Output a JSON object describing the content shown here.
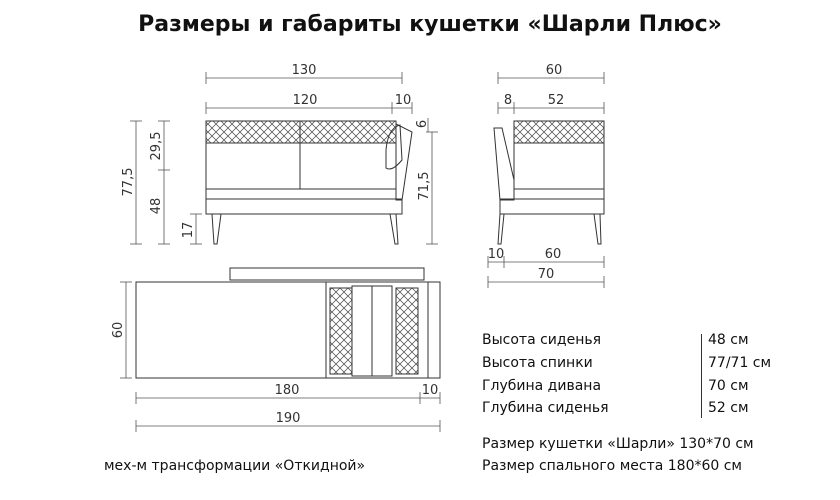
{
  "title": "Размеры и габариты кушетки «Шарли Плюс»",
  "front_view": {
    "width_total": "130",
    "width_seat": "120",
    "width_arm": "10",
    "height_total": "77,5",
    "height_back": "29,5",
    "height_seat": "48",
    "height_leg": "17",
    "height_back_top": "6",
    "height_side": "71,5"
  },
  "side_view": {
    "depth_total": "60",
    "depth_back": "8",
    "depth_seat": "52",
    "base_left": "10",
    "base_mid": "60",
    "base_total": "70"
  },
  "bed_view": {
    "height": "60",
    "length_main": "180",
    "length_end": "10",
    "length_total": "190"
  },
  "specs": [
    {
      "label": "Высота сиденья",
      "value": "48 см"
    },
    {
      "label": "Высота спинки",
      "value": "77/71 см"
    },
    {
      "label": "Глубина дивана",
      "value": "70 см"
    },
    {
      "label": "Глубина сиденья",
      "value": "52 см"
    }
  ],
  "size_couch": "Размер кушетки «Шарли» 130*70 см",
  "size_sleep": "Размер спального места 180*60 см",
  "mechanism": "мех-м трансформации «Откидной»"
}
